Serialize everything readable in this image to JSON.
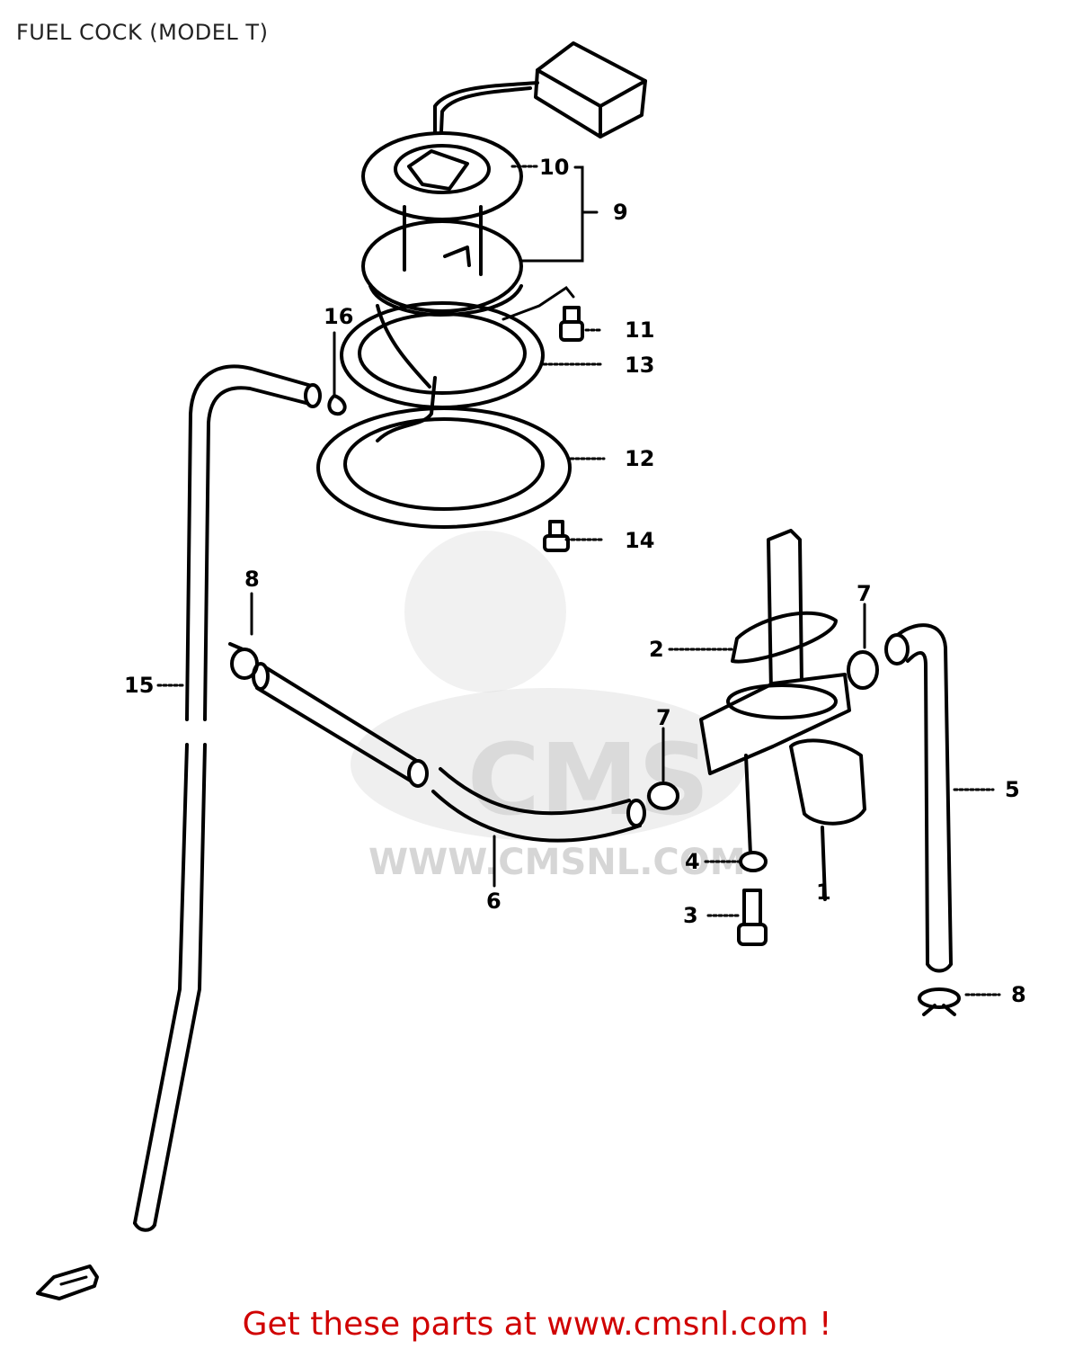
{
  "title": "FUEL COCK (MODEL T)",
  "footer": "Get these parts at www.cmsnl.com !",
  "watermark": {
    "logo_text": "CMS",
    "url_text": "WWW.CMSNL.COM"
  },
  "callouts": [
    "1",
    "2",
    "3",
    "4",
    "5",
    "6",
    "7",
    "7",
    "8",
    "8",
    "9",
    "10",
    "11",
    "12",
    "13",
    "14",
    "15",
    "16"
  ]
}
